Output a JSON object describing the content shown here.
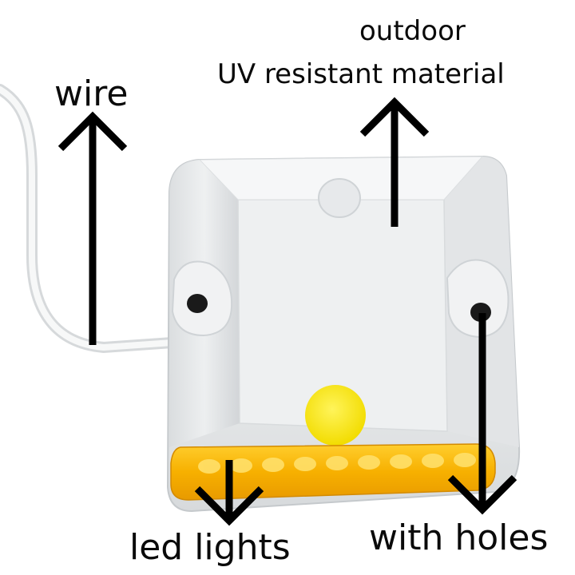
{
  "labels": {
    "wire": "wire",
    "outdoor": "outdoor",
    "uv": "UV resistant material",
    "led": "led lights",
    "holes": "with holes"
  },
  "colors": {
    "background": "#ffffff",
    "housing": "#eceeef",
    "housing_shadow": "#c9cdd0",
    "led_strip": "#f5b400",
    "led_glow": "#ffd23a",
    "yellow_dot": "#ffe600",
    "arrow": "#000000"
  },
  "icons": {
    "arrows": "arrow-icon"
  }
}
